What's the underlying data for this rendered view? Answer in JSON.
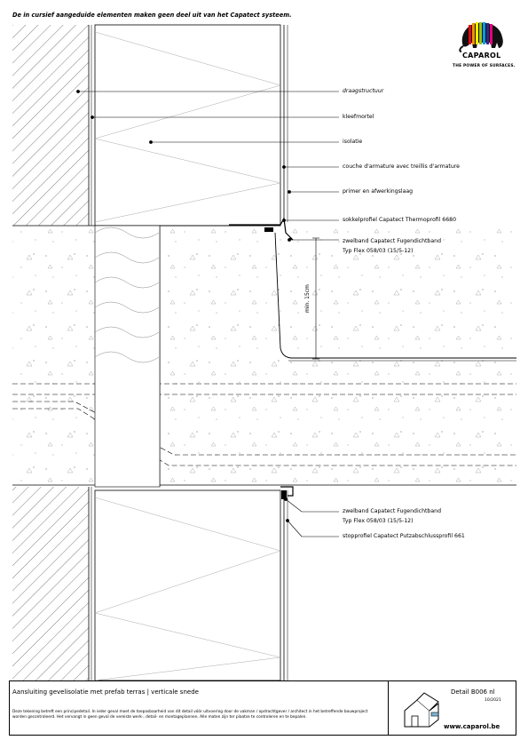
{
  "header": {
    "note": "De in cursief aangeduide elementen maken geen deel uit van het Capatect systeem.",
    "brand": "CAPAROL",
    "tagline": "THE POWER OF SURFACES."
  },
  "labels": [
    {
      "text": "draagstructuur",
      "italic": true
    },
    {
      "text": "kleefmortel",
      "italic": false
    },
    {
      "text": "isolatie",
      "italic": false
    },
    {
      "text": "couche d'armature avec treillis d'armature",
      "italic": false
    },
    {
      "text": "primer en afwerkingslaag",
      "italic": false
    },
    {
      "text": "sokkelprofiel Capatect Thermoprofil 6680",
      "italic": false
    },
    {
      "text": "zwelband Capatect Fugendichtband",
      "italic": false
    },
    {
      "text": "Typ Flex 058/03 (15/5-12)",
      "italic": false
    },
    {
      "text": "zwelband Capatect Fugendichtband",
      "italic": false
    },
    {
      "text": "Typ Flex 058/03 (15/5-12)",
      "italic": false
    },
    {
      "text": "stopprofiel Capatect Putzabschlussprofil 661",
      "italic": false
    }
  ],
  "dimension": "min. 15cm",
  "footer": {
    "title": "Aansluiting gevelisolatie met prefab terras | verticale snede",
    "detail": "Detail B006 nl",
    "code": "10/2021",
    "disclaimer": "Deze tekening betreft een principedetail. In ieder geval moet de toepasbaarheid van dit detail vóór uitvoering door de vakman / opdrachtgever / architect in het betreffende bouwproject worden gecontroleerd. Het vervangt in geen geval de vereiste werk-, detail- en montageplannen. Alle maten zijn ter plaatse te controleren en te bepalen.",
    "website": "www.caparol.be"
  }
}
